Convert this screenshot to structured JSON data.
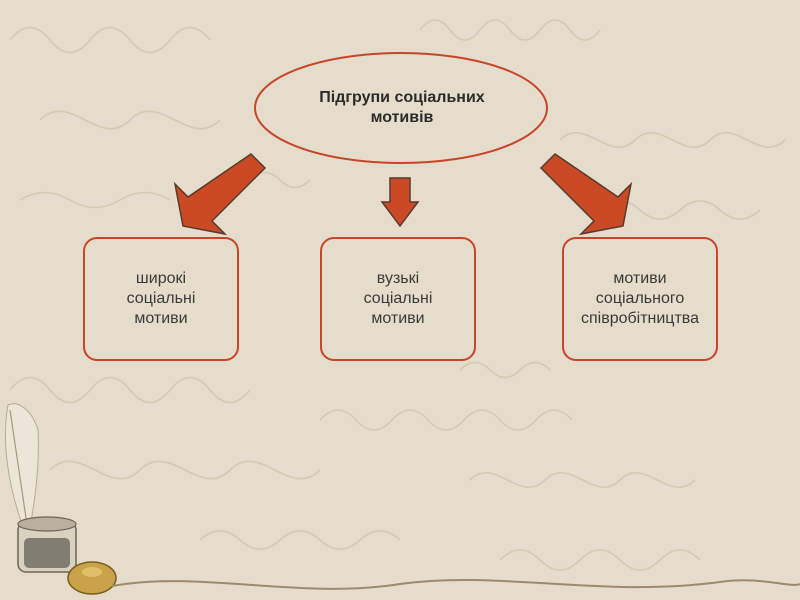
{
  "title": "Підгрупи соціальних\nмотивів",
  "boxes": [
    {
      "label": "широкі\nсоціальні\nмотиви"
    },
    {
      "label": "вузькі\nсоціальні\nмотиви"
    },
    {
      "label": "мотиви\nсоціального\nспівробітництва"
    }
  ],
  "colors": {
    "background": "#e5dccb",
    "accent": "#c8452a",
    "arrow_fill": "#c94a24"
  }
}
